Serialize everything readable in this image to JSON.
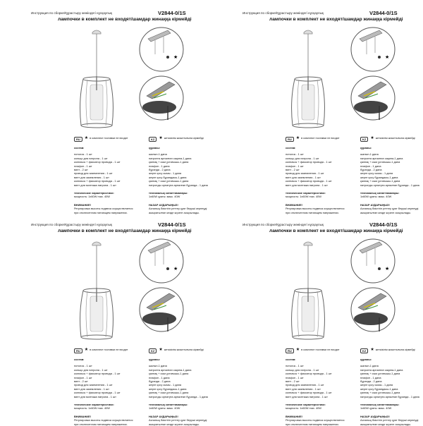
{
  "sheets": [
    {
      "header_line1": "Инструкция по сборке/Құрастыру жөніндегі нұсқаулық",
      "model": "V2844-0/1S",
      "header_line2": "лампочки в комплект не входят/шамдар жинаққа кірмейді",
      "ru": {
        "flag": "RU",
        "notice": "в комплект поставки не входит",
        "contents_title": "состав:",
        "contents": [
          "потолок - 1 шт",
          "кольцо для патрона - 1 шт",
          "колпачок + фиксатор провода - 1 шт",
          "плафон - 1 шт",
          "винт - 2 шт",
          "провод для заземления - 1 шт",
          "винт для заземления - 1 шт",
          "колпачок + фиксатор провода - 1 шт",
          "винт для монтажа патрона - 1 шт"
        ],
        "tech_title": "технические характеристики:",
        "tech_value": "мощность: 1x60W max. 40W",
        "warn_title": "ВНИМАНИЕ!",
        "warn_lines": [
          "Регулировка высоты подвеса осуществляется",
          "при отключенном питающем напряжении."
        ]
      },
      "kz": {
        "flag": "KZ",
        "notice": "жеткізілім жиынтығына кірмейді",
        "contents_title": "құрамы:",
        "contents": [
          "шалып-1 дана",
          "патронға арналған сақина-1 дана",
          "қалпақ + сым ұстағышы-1 дана",
          "плафон - 1 дана",
          "бұранда - 2 дана",
          "жерге қосу сымы - 1 дана",
          "жерге қосу бұрандасы-1 дана",
          "қалпақ + сым ұстағышы-1 дана",
          "патронды орнатуға арналған бұранда - 1 дана"
        ],
        "tech_title": "техникалық сипаттамалары:",
        "tech_value": "1x60W қуаты: макс. 40W",
        "warn_title": "НАЗАР АУДАРЫҢЫЗ!",
        "warn_lines": [
          "Аспаның биіктігін реттеу қуат берушi кернеуді",
          "ажыратылған кезде жүзеге асырылады."
        ]
      }
    },
    {
      "header_line1": "Инструкция по сборке/Құрастыру жөніндегі нұсқаулық",
      "model": "V2844-0/1S",
      "header_line2": "лампочки в комплект не входят/шамдар жинаққа кірмейді",
      "ru": {
        "flag": "RU",
        "notice": "в комплект поставки не входит",
        "contents_title": "состав:",
        "contents": [
          "потолок - 1 шт",
          "кольцо для патрона - 1 шт",
          "колпачок + фиксатор провода - 1 шт",
          "плафон - 1 шт",
          "винт - 2 шт",
          "провод для заземления - 1 шт",
          "винт для заземления - 1 шт",
          "колпачок + фиксатор провода - 1 шт",
          "винт для монтажа патрона - 1 шт"
        ],
        "tech_title": "технические характеристики:",
        "tech_value": "мощность: 1x60W max. 40W",
        "warn_title": "ВНИМАНИЕ!",
        "warn_lines": [
          "Регулировка высоты подвеса осуществляется",
          "при отключенном питающем напряжении."
        ]
      },
      "kz": {
        "flag": "KZ",
        "notice": "жеткізілім жиынтығына кірмейді",
        "contents_title": "құрамы:",
        "contents": [
          "шалып-1 дана",
          "патронға арналған сақина-1 дана",
          "қалпақ + сым ұстағышы-1 дана",
          "плафон - 1 дана",
          "бұранда - 2 дана",
          "жерге қосу сымы - 1 дана",
          "жерге қосу бұрандасы-1 дана",
          "қалпақ + сым ұстағышы-1 дана",
          "патронды орнатуға арналған бұранда - 1 дана"
        ],
        "tech_title": "техникалық сипаттамалары:",
        "tech_value": "1x60W қуаты: макс. 40W",
        "warn_title": "НАЗАР АУДАРЫҢЫЗ!",
        "warn_lines": [
          "Аспаның биіктігін реттеу қуат берушi кернеуді",
          "ажыратылған кезде жүзеге асырылады."
        ]
      }
    },
    {
      "header_line1": "Инструкция по сборке/Құрастыру жөніндегі нұсқаулық",
      "model": "V2844-0/1S",
      "header_line2": "лампочки в комплект не входят/шамдар жинаққа кірмейді",
      "ru": {
        "flag": "RU",
        "notice": "в комплект поставки не входит",
        "contents_title": "состав:",
        "contents": [
          "потолок - 1 шт",
          "кольцо для патрона - 1 шт",
          "колпачок + фиксатор провода - 1 шт",
          "плафон - 1 шт",
          "винт - 2 шт",
          "провод для заземления - 1 шт",
          "винт для заземления - 1 шт",
          "колпачок + фиксатор провода - 1 шт",
          "винт для монтажа патрона - 1 шт"
        ],
        "tech_title": "технические характеристики:",
        "tech_value": "мощность: 1x60W max. 40W",
        "warn_title": "ВНИМАНИЕ!",
        "warn_lines": [
          "Регулировка высоты подвеса осуществляется",
          "при отключенном питающем напряжении."
        ]
      },
      "kz": {
        "flag": "KZ",
        "notice": "жеткізілім жиынтығына кірмейді",
        "contents_title": "құрамы:",
        "contents": [
          "шалып-1 дана",
          "патронға арналған сақина-1 дана",
          "қалпақ + сым ұстағышы-1 дана",
          "плафон - 1 дана",
          "бұранда - 2 дана",
          "жерге қосу сымы - 1 дана",
          "жерге қосу бұрандасы-1 дана",
          "қалпақ + сым ұстағышы-1 дана",
          "патронды орнатуға арналған бұранда - 1 дана"
        ],
        "tech_title": "техникалық сипаттамалары:",
        "tech_value": "1x60W қуаты: макс. 40W",
        "warn_title": "НАЗАР АУДАРЫҢЫЗ!",
        "warn_lines": [
          "Аспаның биіктігін реттеу қуат берушi кернеуді",
          "ажыратылған кезде жүзеге асырылады."
        ]
      }
    },
    {
      "header_line1": "Инструкция по сборке/Құрастыру жөніндегі нұсқаулық",
      "model": "V2844-0/1S",
      "header_line2": "лампочки в комплект не входят/шамдар жинаққа кірмейді",
      "ru": {
        "flag": "RU",
        "notice": "в комплект поставки не входит",
        "contents_title": "состав:",
        "contents": [
          "потолок - 1 шт",
          "кольцо для патрона - 1 шт",
          "колпачок + фиксатор провода - 1 шт",
          "плафон - 1 шт",
          "винт - 2 шт",
          "провод для заземления - 1 шт",
          "винт для заземления - 1 шт",
          "колпачок + фиксатор провода - 1 шт",
          "винт для монтажа патрона - 1 шт"
        ],
        "tech_title": "технические характеристики:",
        "tech_value": "мощность: 1x60W max. 40W",
        "warn_title": "ВНИМАНИЕ!",
        "warn_lines": [
          "Регулировка высоты подвеса осуществляется",
          "при отключенном питающем напряжении."
        ]
      },
      "kz": {
        "flag": "KZ",
        "notice": "жеткізілім жиынтығына кірмейді",
        "contents_title": "құрамы:",
        "contents": [
          "шалып-1 дана",
          "патронға арналған сақина-1 дана",
          "қалпақ + сым ұстағышы-1 дана",
          "плафон - 1 дана",
          "бұранда - 2 дана",
          "жерге қосу сымы - 1 дана",
          "жерге қосу бұрандасы-1 дана",
          "қалпақ + сым ұстағышы-1 дана",
          "патронды орнатуға арналған бұранда - 1 дана"
        ],
        "tech_title": "техникалық сипаттамалары:",
        "tech_value": "1x60W қуаты: макс. 40W",
        "warn_title": "НАЗАР АУДАРЫҢЫЗ!",
        "warn_lines": [
          "Аспаның биіктігін реттеу қуат берушi кернеуді",
          "ажыратылған кезде жүзеге асырылады."
        ]
      }
    }
  ]
}
